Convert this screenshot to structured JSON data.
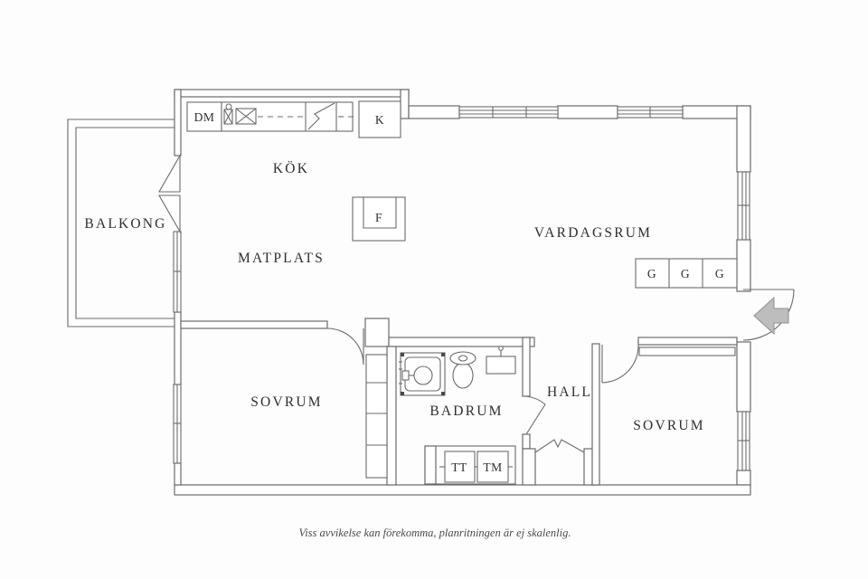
{
  "floor_plan": {
    "rooms": {
      "balcony": "BALKONG",
      "kitchen": "KÖK",
      "dining": "MATPLATS",
      "living": "VARDAGSRUM",
      "bedroom_left": "SOVRUM",
      "bedroom_right": "SOVRUM",
      "bathroom": "BADRUM",
      "hall": "HALL"
    },
    "appliances": {
      "dishwasher": "DM",
      "fridge": "K",
      "fireplace": "F",
      "wardrobe_1": "G",
      "wardrobe_2": "G",
      "wardrobe_3": "G",
      "dryer": "TT",
      "washer": "TM"
    },
    "footer": "Viss avvikelse kan förekomma, planritningen är ej skalenlig.",
    "colors": {
      "line": "#6b6b6b",
      "text": "#2e2e2e",
      "arrow_fill": "#bdbdbd",
      "background": "#fdfdfd"
    }
  }
}
